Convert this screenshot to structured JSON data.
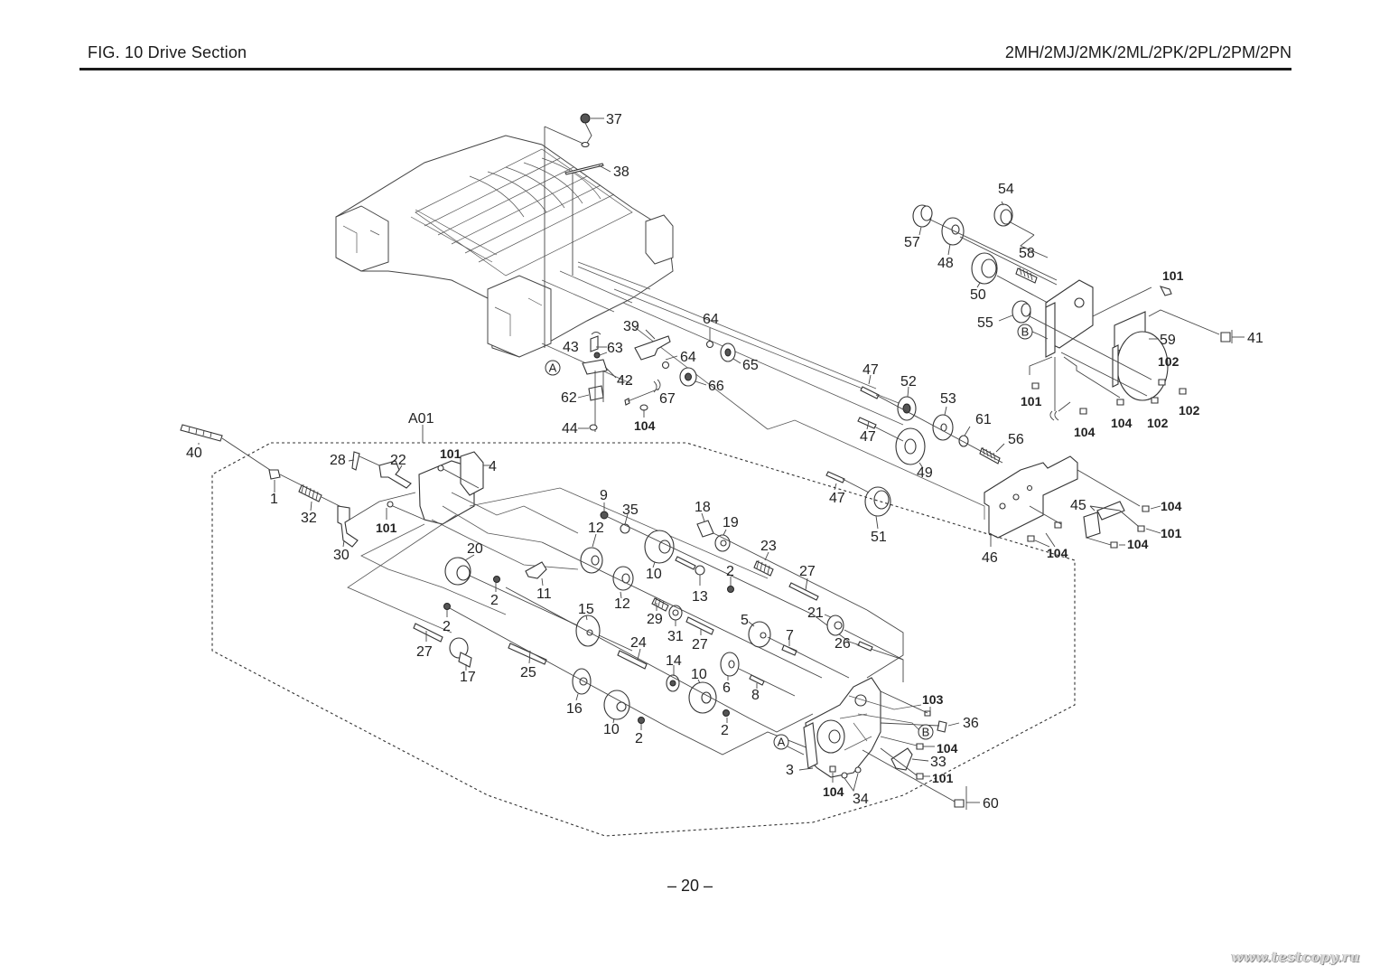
{
  "header": {
    "figure_title": "FIG.  10  Drive Section",
    "models": "2MH/2MJ/2MK/2ML/2PK/2PL/2PM/2PN"
  },
  "page_number": "– 20 –",
  "watermark": "www.testcopy.ru",
  "assembly_label": "A01",
  "reference_marks": [
    "A",
    "B"
  ],
  "callouts": {
    "c37": "37",
    "c38": "38",
    "c39": "39",
    "c43": "43",
    "c63": "63",
    "c42": "42",
    "c62": "62",
    "c44": "44",
    "c104a": "104",
    "c67": "67",
    "c64a": "64",
    "c64b": "64",
    "c65": "65",
    "c66": "66",
    "c54": "54",
    "c57": "57",
    "c48": "48",
    "c58": "58",
    "c50": "50",
    "c55": "55",
    "c101a": "101",
    "c59": "59",
    "c41": "41",
    "c102a": "102",
    "c102b": "102",
    "c102c": "102",
    "c101b": "101",
    "c104b": "104",
    "c104c": "104",
    "c47a": "47",
    "c52": "52",
    "c53": "53",
    "c61": "61",
    "c56": "56",
    "c47b": "47",
    "c49": "49",
    "c47c": "47",
    "c51": "51",
    "c46": "46",
    "c45": "45",
    "c104d": "104",
    "c101c": "101",
    "c104e": "104",
    "c104f": "104",
    "c40": "40",
    "c1": "1",
    "c32": "32",
    "c28": "28",
    "c22": "22",
    "c101d": "101",
    "c4": "4",
    "c101e": "101",
    "c30": "30",
    "c20": "20",
    "c2a": "2",
    "c11": "11",
    "c9": "9",
    "c35": "35",
    "c12a": "12",
    "c12b": "12",
    "c10a": "10",
    "c18": "18",
    "c19": "19",
    "c13": "13",
    "c2b": "2",
    "c23": "23",
    "c27a": "27",
    "c29": "29",
    "c31": "31",
    "c27b": "27",
    "c2c": "2",
    "c27c": "27",
    "c17": "17",
    "c25": "25",
    "c15": "15",
    "c24": "24",
    "c14": "14",
    "c10b": "10",
    "c16": "16",
    "c10c": "10",
    "c2d": "2",
    "c5": "5",
    "c7": "7",
    "c21": "21",
    "c26": "26",
    "c6": "6",
    "c8": "8",
    "c2e": "2",
    "c103": "103",
    "c36": "36",
    "c104g": "104",
    "c33": "33",
    "c101f": "101",
    "c3": "3",
    "c104h": "104",
    "c34": "34",
    "c60": "60"
  }
}
